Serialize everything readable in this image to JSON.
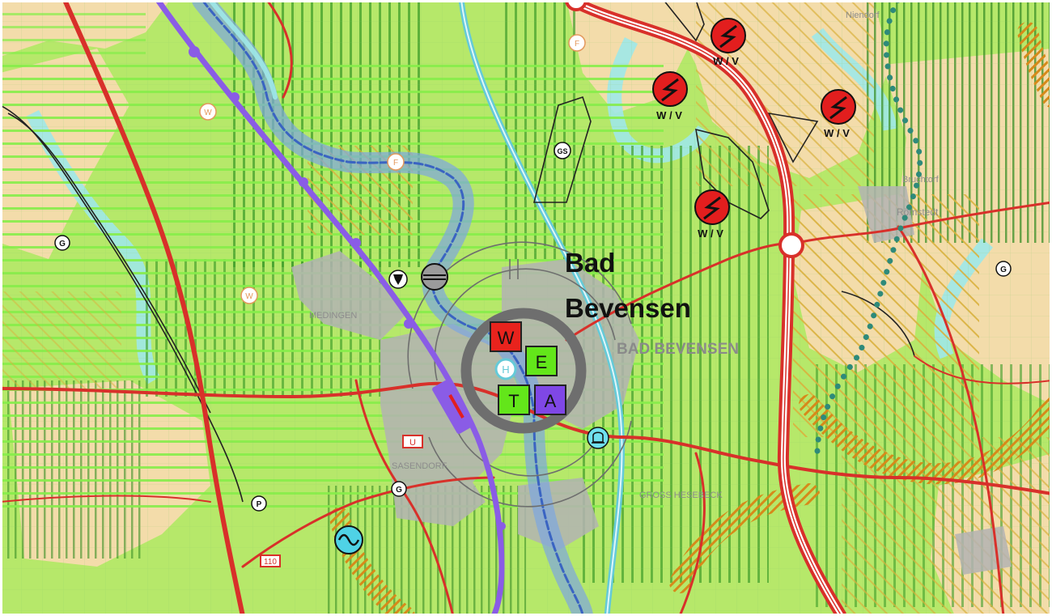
{
  "place": {
    "name_line1": "Bad",
    "name_line2": "Bevensen",
    "caps_label": "BAD BEVENSEN"
  },
  "faint_labels": {
    "medingen": "MEDINGEN",
    "sasendorf": "SASENDORF",
    "gross_hesebeck": "GROSS HESEBECK",
    "niendorf": "Niendorf",
    "romstedt": "Römstedt",
    "bruchtorf": "Bruchtorf"
  },
  "center_letters": {
    "w": "W",
    "e": "E",
    "t": "T",
    "a": "A",
    "h": "H"
  },
  "wind_label": "W / V",
  "point_labels": {
    "g": "G",
    "gs": "GS",
    "w": "W",
    "f": "F",
    "p": "P"
  },
  "road_labels": {
    "r1": "U",
    "r2": "110"
  },
  "colors": {
    "base_land": "#b6e86a",
    "agri_tan": "#f3dcaa",
    "forest_hatch": "#3f9e2a",
    "green_stripe": "#86ee4a",
    "settlement": "#b3b3b3",
    "road_red": "#d8302a",
    "railway_purple": "#8a5ce6",
    "river_blue": "#5b86d8",
    "canal_cyan": "#65cad8",
    "floodplain_cyan": "#9fe8e8",
    "ring_gray": "#6e6e6e",
    "wind_red": "#e21e1e",
    "box_w": "#e8231d",
    "box_e": "#63e61a",
    "box_t": "#63e61a",
    "box_a": "#7f47e6"
  }
}
